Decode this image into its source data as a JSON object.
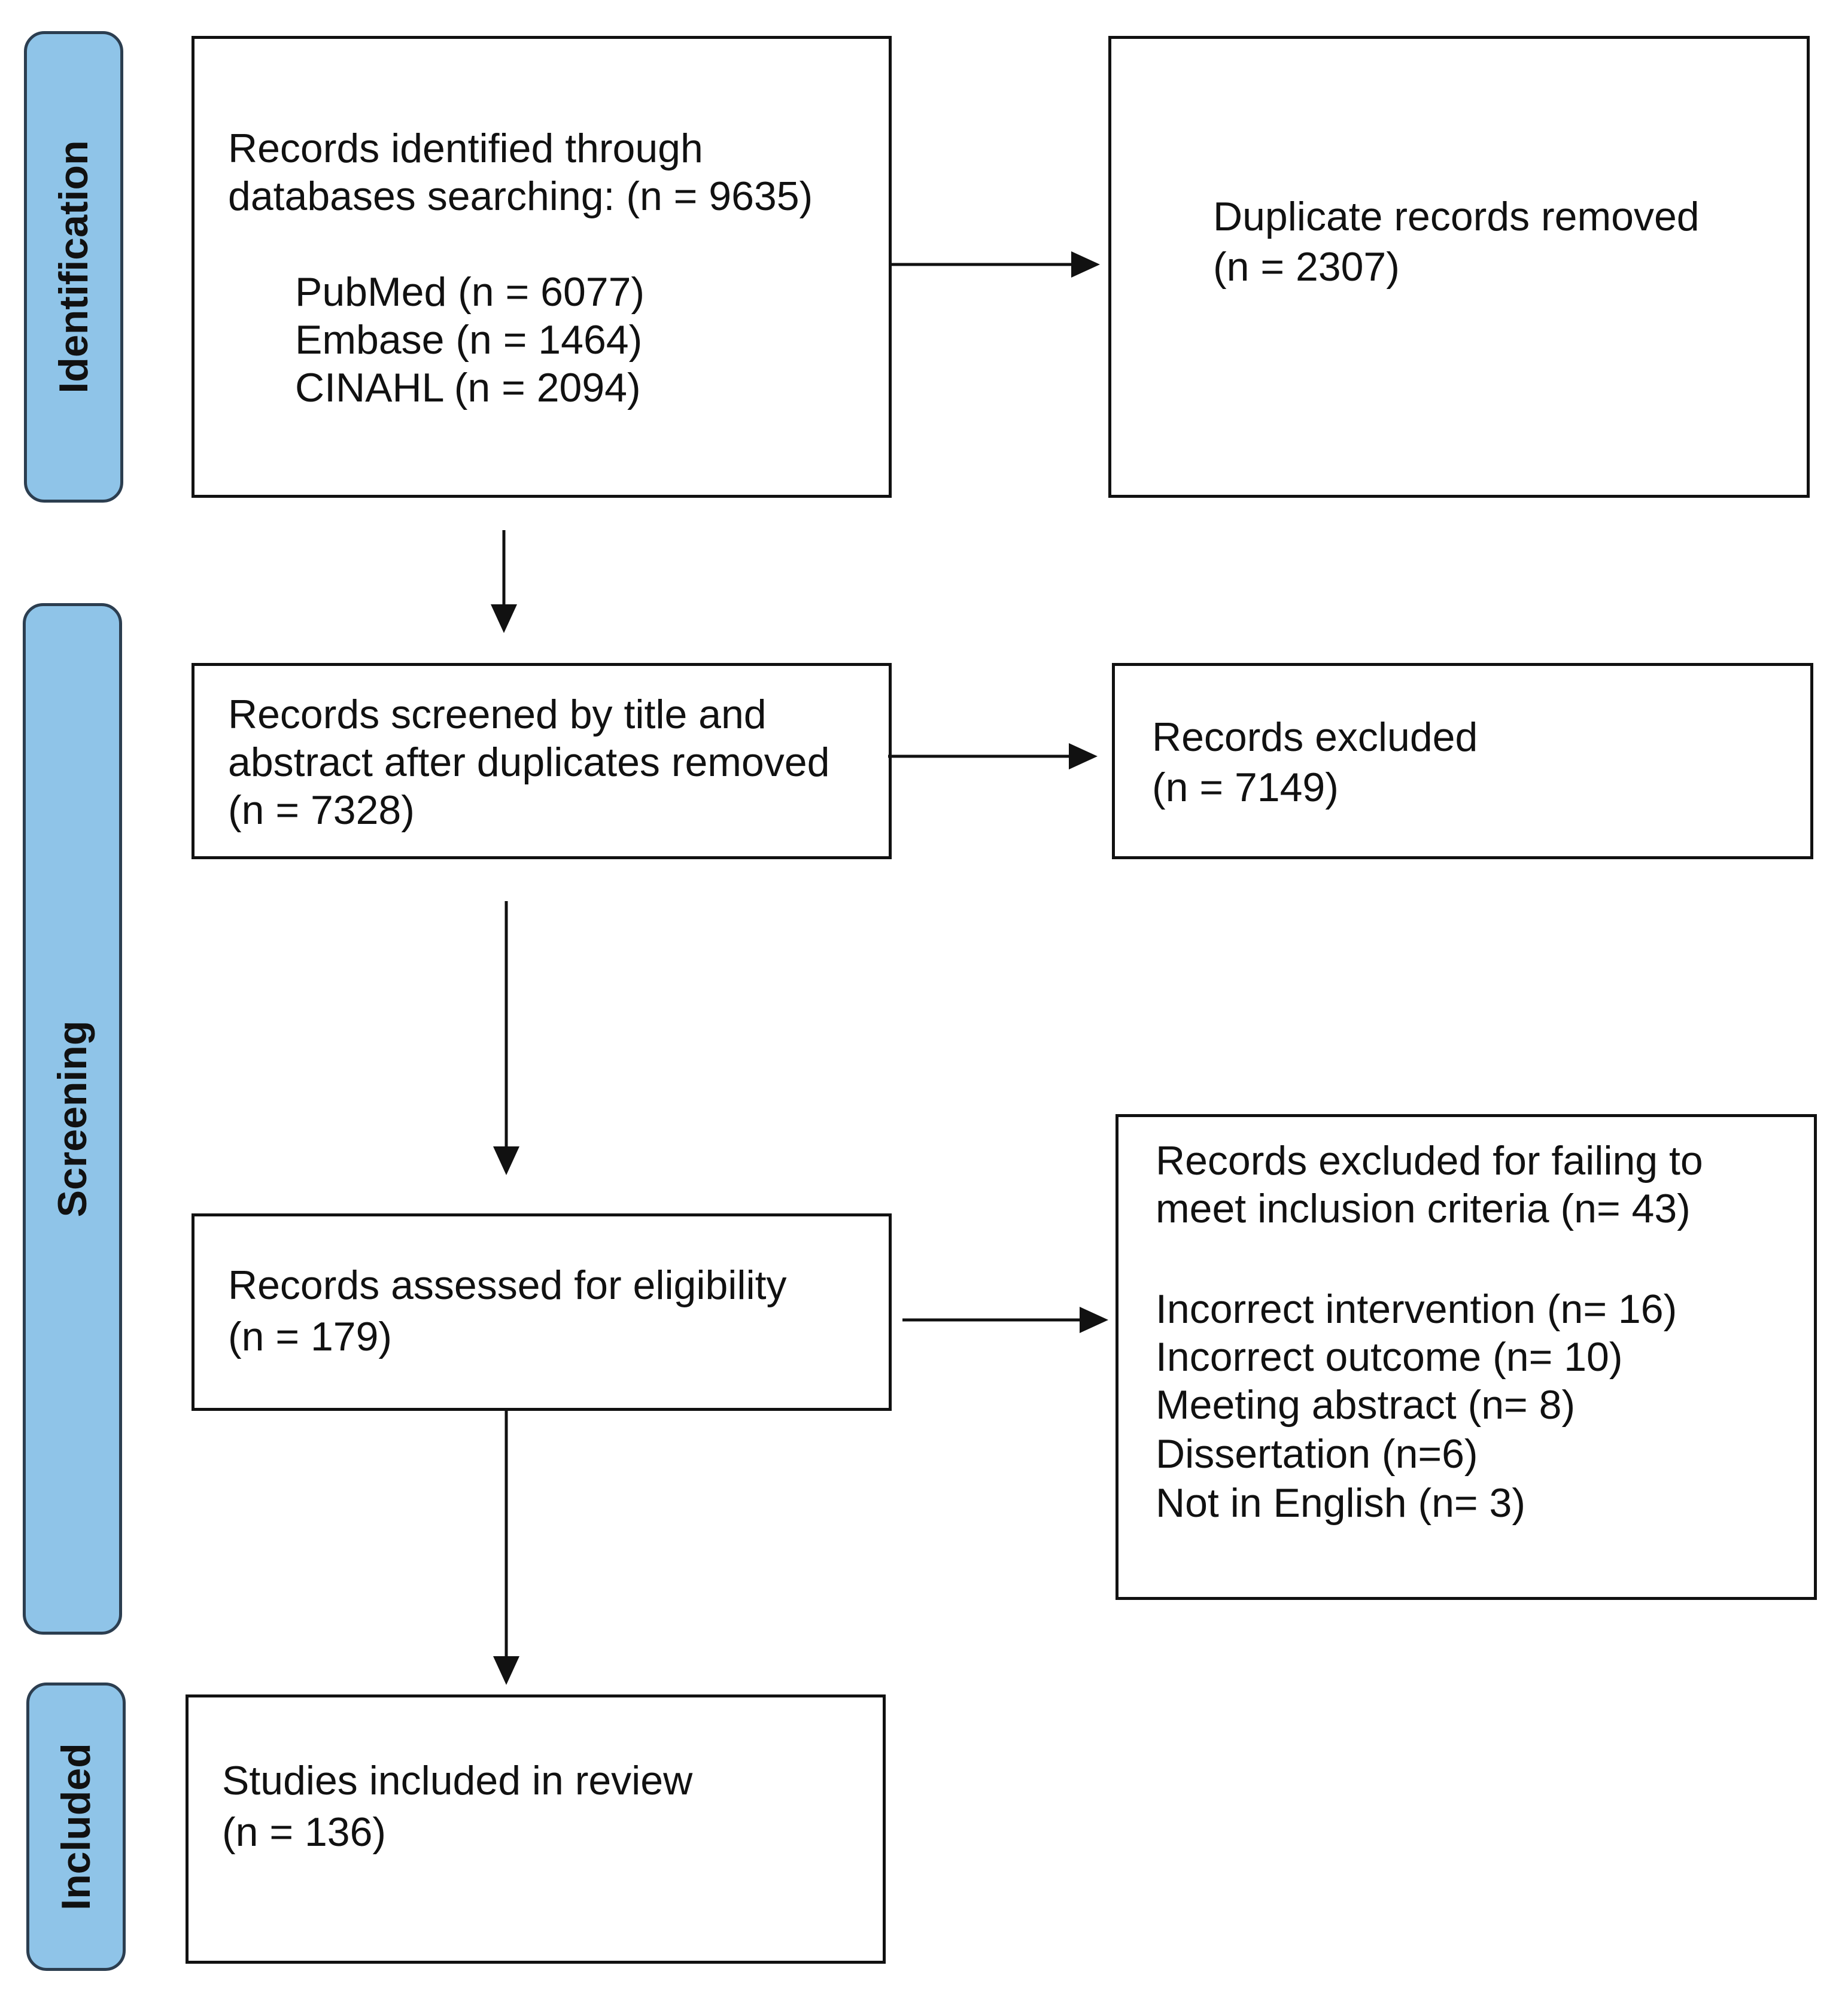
{
  "phases": {
    "identification": "Identification",
    "screening": "Screening",
    "included": "Included"
  },
  "colors": {
    "phase_fill": "#8fc4e8",
    "phase_border": "#2c3e50",
    "box_border": "#111111"
  },
  "boxes": {
    "identified": {
      "line1": "Records identified through",
      "line2": "databases searching: (n = 9635)",
      "sources": [
        "PubMed (n = 6077)",
        "Embase (n = 1464)",
        "CINAHL (n = 2094)"
      ]
    },
    "duplicates": {
      "line1": "Duplicate records removed",
      "line2": "(n = 2307)"
    },
    "screened": {
      "line1": "Records screened by title and",
      "line2": "abstract after duplicates removed",
      "line3": "(n = 7328)"
    },
    "excluded": {
      "line1": "Records excluded",
      "line2": "(n = 7149)"
    },
    "eligibility": {
      "line1": "Records assessed for eligibility",
      "line2": "(n = 179)"
    },
    "excluded_criteria": {
      "line1": "Records excluded for failing to",
      "line2": "meet inclusion criteria (n= 43)",
      "reasons": [
        "Incorrect intervention (n= 16)",
        "Incorrect outcome (n= 10)",
        "Meeting abstract (n= 8)",
        "Dissertation (n=6)",
        "Not in English (n= 3)"
      ]
    },
    "included": {
      "line1": "Studies included in review",
      "line2": "(n = 136)"
    }
  }
}
